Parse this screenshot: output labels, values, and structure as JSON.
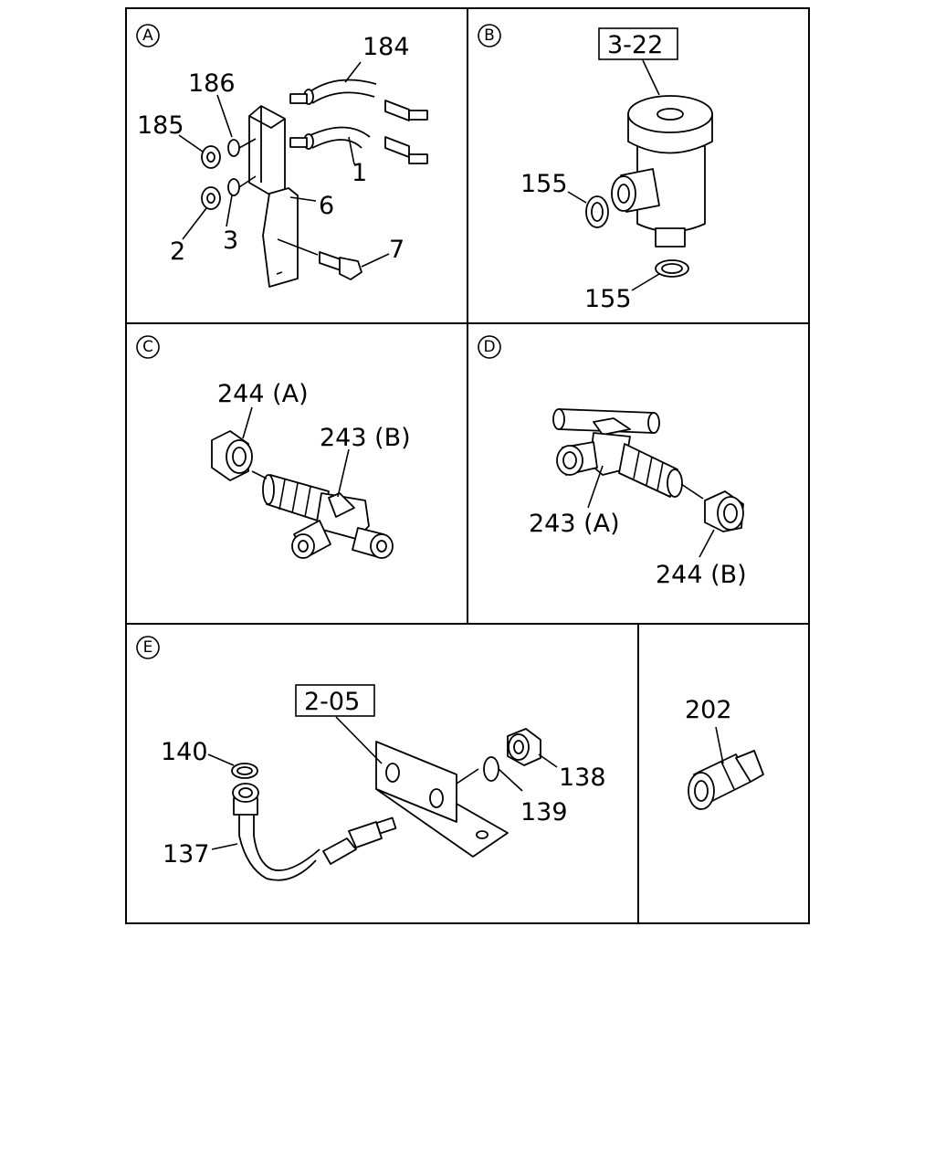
{
  "sections": {
    "A": {
      "marker": "A",
      "labels": {
        "p184": "184",
        "p186": "186",
        "p185": "185",
        "p1": "1",
        "p6": "6",
        "p2": "2",
        "p3": "3",
        "p7": "7"
      }
    },
    "B": {
      "marker": "B",
      "ref_box": "3-22",
      "labels": {
        "p155_top": "155",
        "p155_bottom": "155"
      }
    },
    "C": {
      "marker": "C",
      "labels": {
        "p244a": "244 (A)",
        "p243b": "243 (B)"
      }
    },
    "D": {
      "marker": "D",
      "labels": {
        "p243a": "243 (A)",
        "p244b": "244 (B)"
      }
    },
    "E": {
      "marker": "E",
      "ref_box": "2-05",
      "labels": {
        "p140": "140",
        "p137": "137",
        "p138": "138",
        "p139": "139"
      }
    },
    "F": {
      "labels": {
        "p202": "202"
      }
    }
  }
}
